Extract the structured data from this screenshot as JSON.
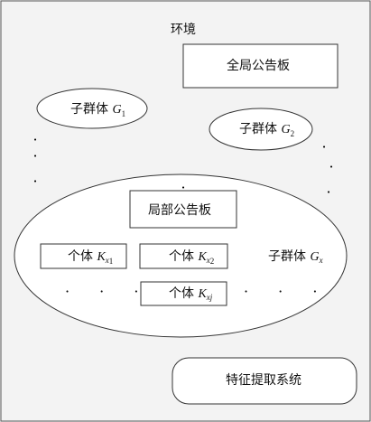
{
  "environment": {
    "label": "环境"
  },
  "global_board": {
    "label": "全局公告板"
  },
  "subgroup_1": {
    "prefix": "子群体",
    "symbol": "G",
    "index": "1"
  },
  "subgroup_2": {
    "prefix": "子群体",
    "symbol": "G",
    "index": "2"
  },
  "subgroup_x": {
    "prefix": "子群体",
    "symbol": "G",
    "index": "x",
    "local_board": {
      "label": "局部公告板"
    },
    "individuals": [
      {
        "prefix": "个体",
        "symbol": "K",
        "index_var": "x",
        "index_num": "1"
      },
      {
        "prefix": "个体",
        "symbol": "K",
        "index_var": "x",
        "index_num": "2"
      },
      {
        "prefix": "个体",
        "symbol": "K",
        "index_var": "xj",
        "index_num": ""
      }
    ],
    "continuation": "· · ·"
  },
  "feature_system": {
    "label": "特征提取系统"
  },
  "continuation_dot": "·",
  "colors": {
    "stroke": "#333333",
    "background": "#f3f3f3",
    "fill": "#ffffff",
    "text": "#111111"
  }
}
